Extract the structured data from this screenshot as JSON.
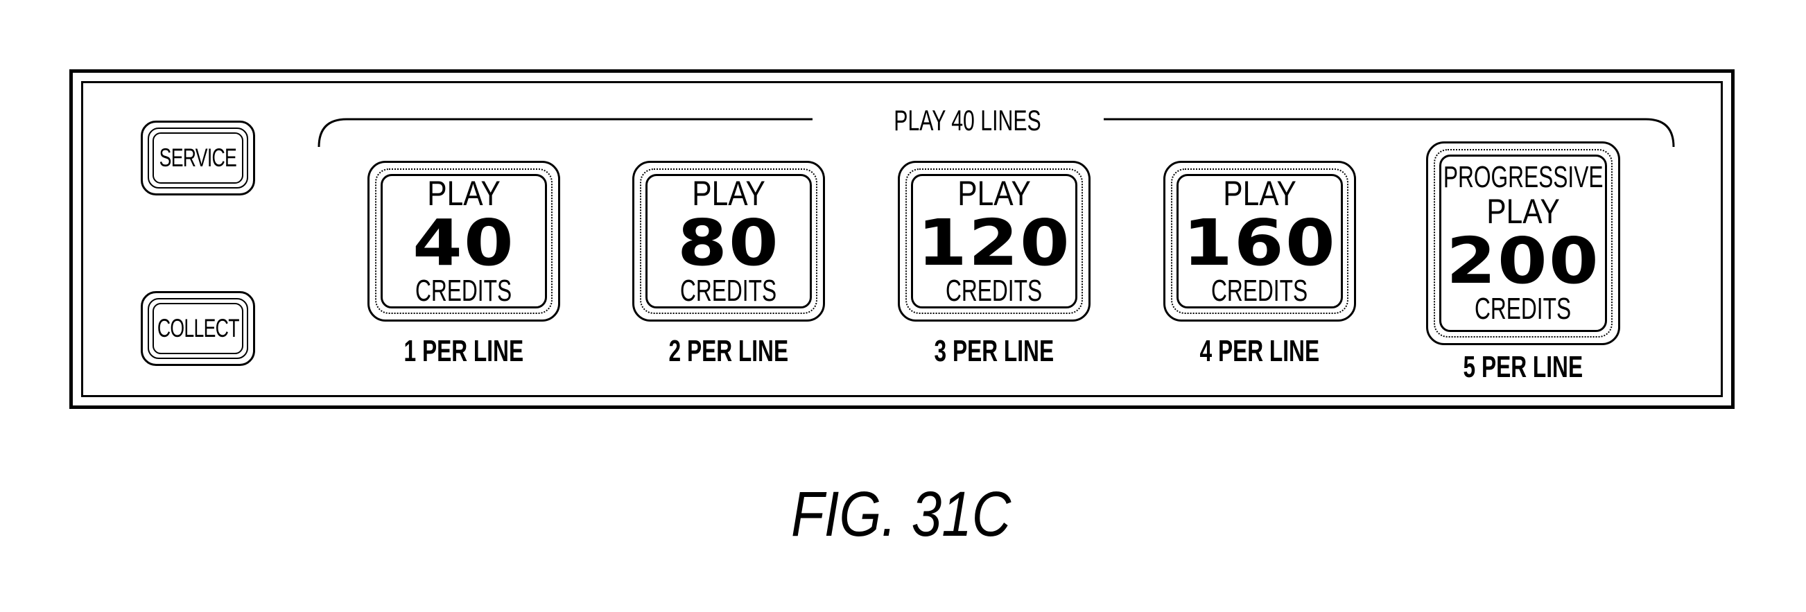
{
  "panel": {
    "side_buttons": [
      {
        "label": "SERVICE"
      },
      {
        "label": "COLLECT"
      }
    ],
    "heading": "PLAY 40 LINES",
    "bets": [
      {
        "top": "",
        "play": "PLAY",
        "amount": "40",
        "unit": "CREDITS",
        "per_line": "1 PER LINE"
      },
      {
        "top": "",
        "play": "PLAY",
        "amount": "80",
        "unit": "CREDITS",
        "per_line": "2 PER LINE"
      },
      {
        "top": "",
        "play": "PLAY",
        "amount": "120",
        "unit": "CREDITS",
        "per_line": "3 PER LINE"
      },
      {
        "top": "",
        "play": "PLAY",
        "amount": "160",
        "unit": "CREDITS",
        "per_line": "4 PER LINE"
      },
      {
        "top": "PROGRESSIVE",
        "play": "PLAY",
        "amount": "200",
        "unit": "CREDITS",
        "per_line": "5 PER LINE"
      }
    ]
  },
  "caption": "FIG. 31C"
}
